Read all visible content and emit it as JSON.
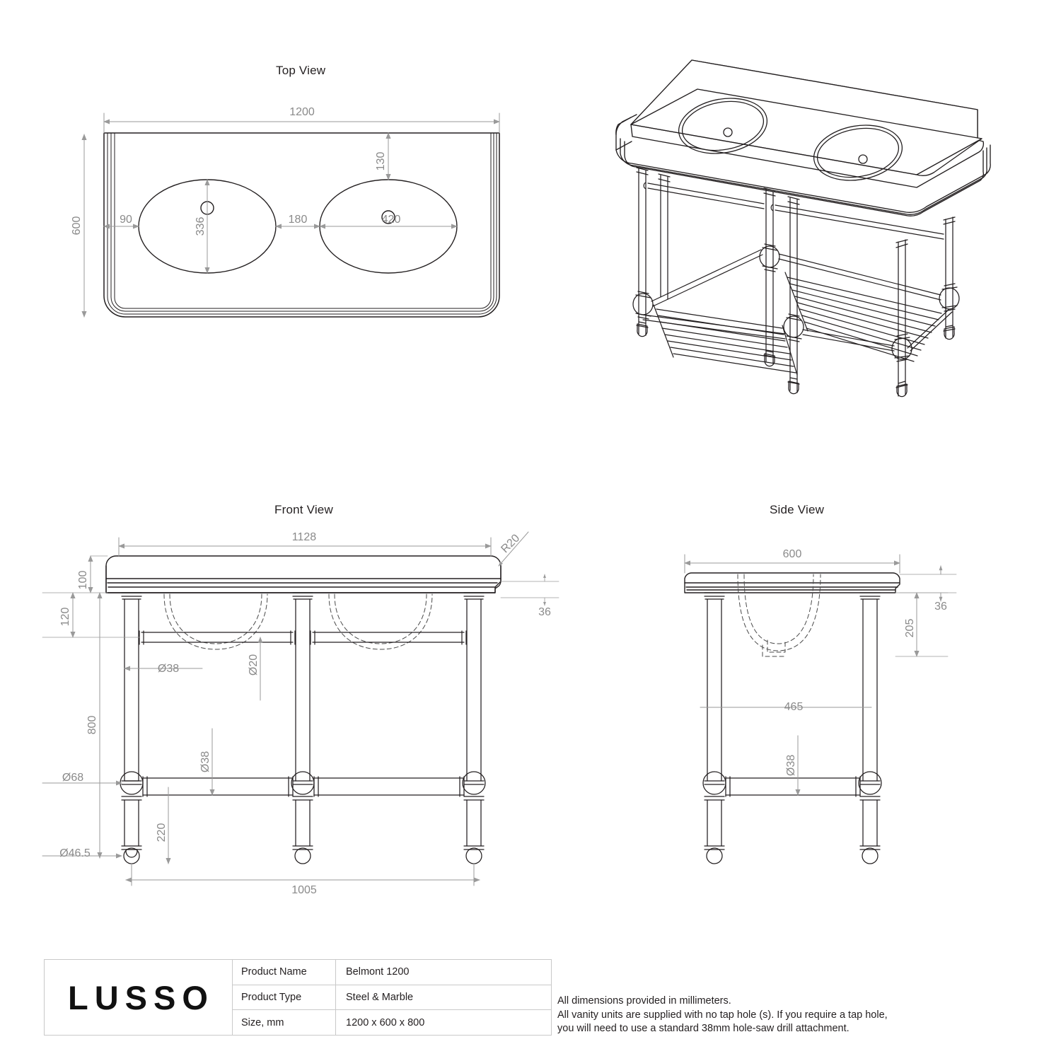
{
  "drawing": {
    "views": {
      "top": {
        "title": "Top View"
      },
      "iso": {
        "title": ""
      },
      "front": {
        "title": "Front View"
      },
      "side": {
        "title": "Side View"
      }
    },
    "dimensions": {
      "top": {
        "overall_width": "1200",
        "overall_depth": "600",
        "basin_edge_offset": "90",
        "basin_height": "336",
        "basin_gap": "180",
        "basin_width": "420",
        "basin_back_offset": "130"
      },
      "front": {
        "top_slab_width": "1128",
        "corner_radius": "R20",
        "slab_thickness": "36",
        "nose_height": "100",
        "rail_drop": "120",
        "leg_dia": "Ø38",
        "rail_dia": "Ø20",
        "lower_rail_dia": "Ø38",
        "overall_height": "800",
        "joint_dia": "Ø68",
        "foot_dia": "Ø46.5",
        "foot_height": "220",
        "foot_span": "1005"
      },
      "side": {
        "depth": "600",
        "slab_thickness": "36",
        "basin_depth": "205",
        "leg_span": "465",
        "leg_dia": "Ø38"
      }
    }
  },
  "titleblock": {
    "logo": "LUSSO",
    "rows": [
      {
        "key": "Product Name",
        "value": "Belmont 1200"
      },
      {
        "key": "Product Type",
        "value": "Steel & Marble"
      },
      {
        "key": "Size, mm",
        "value": "1200 x 600 x 800"
      }
    ]
  },
  "notes": {
    "text": "All dimensions provided in millimeters.\nAll vanity units are supplied with no tap hole (s). If you require a tap hole,\nyou will need to use a standard 38mm hole-saw drill attachment."
  },
  "colors": {
    "object_line": "#231f20",
    "dimension_line": "#9a9a9a",
    "dimension_text": "#8a8a8a",
    "table_border": "#c9c9c9",
    "background": "#ffffff"
  }
}
